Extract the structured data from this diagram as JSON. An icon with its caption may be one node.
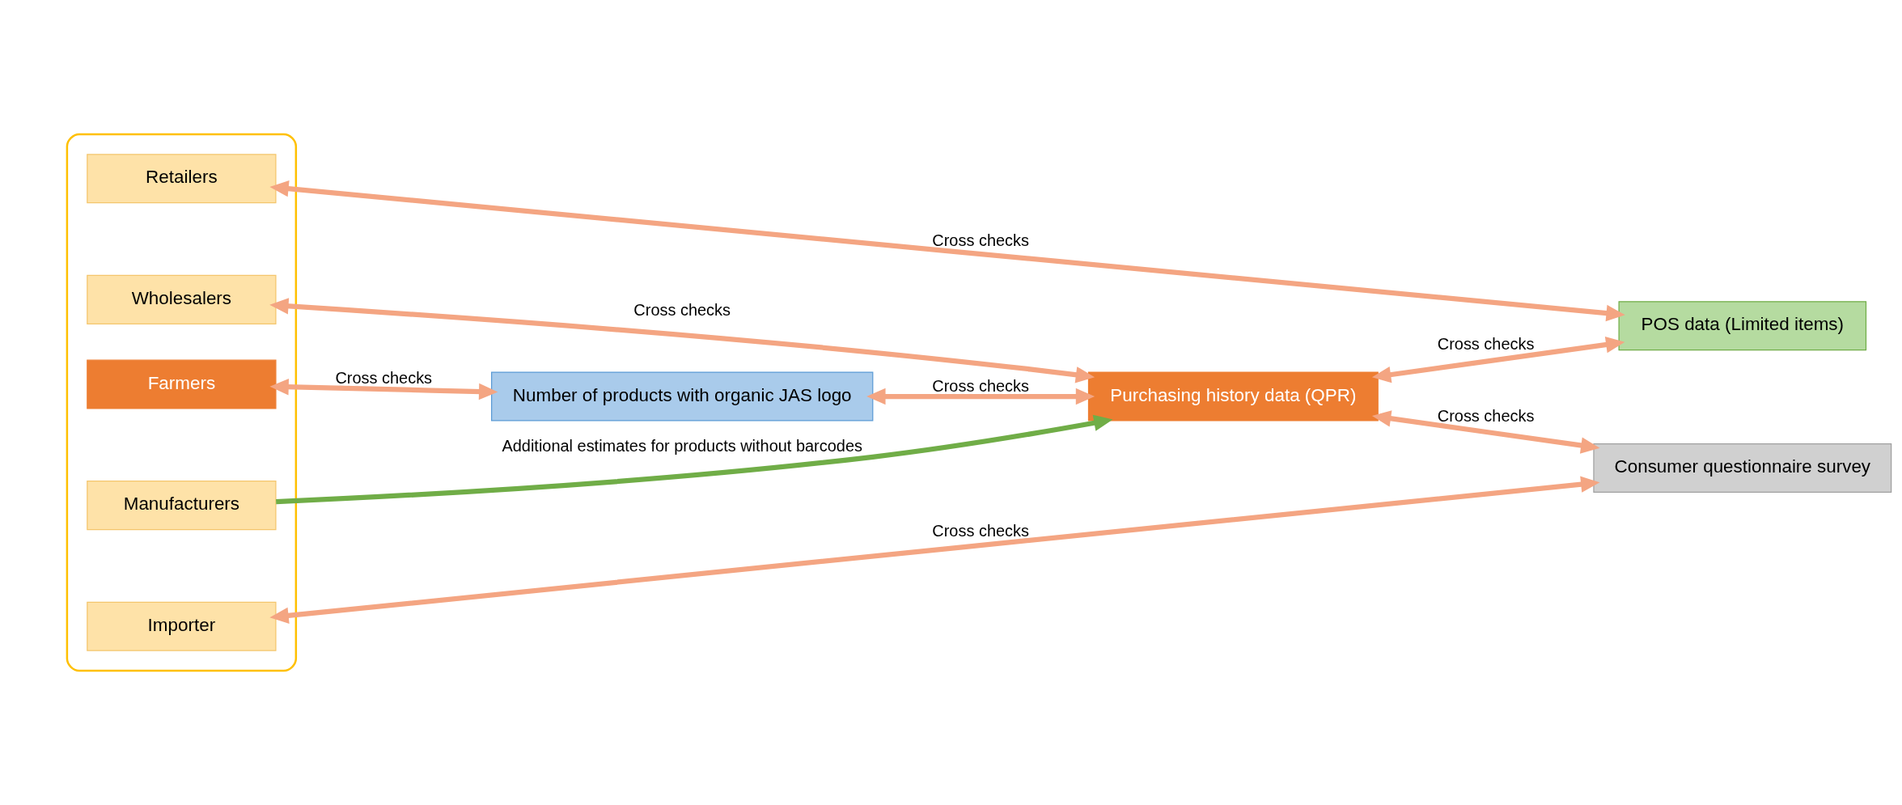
{
  "diagram": {
    "nodes": [
      {
        "text": [],
        "shape": "box"
      },
      {
        "text": [
          "Retailers"
        ],
        "in": 0
      },
      {
        "text": [
          "Wholesalers"
        ],
        "in": 0
      },
      {
        "text": [
          "Importer"
        ],
        "in": 0
      },
      {
        "text": [
          "Manufacturers"
        ],
        "in": 0
      },
      {
        "text": [
          "Farmers"
        ],
        "in": 0
      },
      {
        "text": [
          "POS data (Limited items)"
        ]
      },
      {
        "text": [
          "Purchasing history data (QPR)"
        ]
      },
      {
        "text": [
          "Consumer questionnaire survey"
        ]
      },
      {
        "text": [
          "Number of products with organic JAS logo"
        ]
      }
    ],
    "edges": [
      {
        "from": 1,
        "to": 6,
        "arrow": "both",
        "label": "Cross checks"
      },
      {
        "from": 2,
        "to": 7,
        "arrow": "both",
        "label": "Cross checks"
      },
      {
        "from": 3,
        "to": 8,
        "arrow": "both",
        "label": "Cross checks"
      },
      {
        "from": 4,
        "to": 7,
        "arrow": "to",
        "label": "Additional estimates for products without barcodes",
        "color": "#70ad47"
      },
      {
        "from": 5,
        "to": 9,
        "arrow": "both",
        "label": "Cross checks"
      },
      {
        "from": 9,
        "to": 7,
        "arrow": "both",
        "label": "Cross checks"
      },
      {
        "from": 7,
        "to": 6,
        "arrow": "both",
        "label": "Cross checks"
      },
      {
        "from": 7,
        "to": 8,
        "arrow": "both",
        "label": "Cross checks"
      }
    ]
  }
}
